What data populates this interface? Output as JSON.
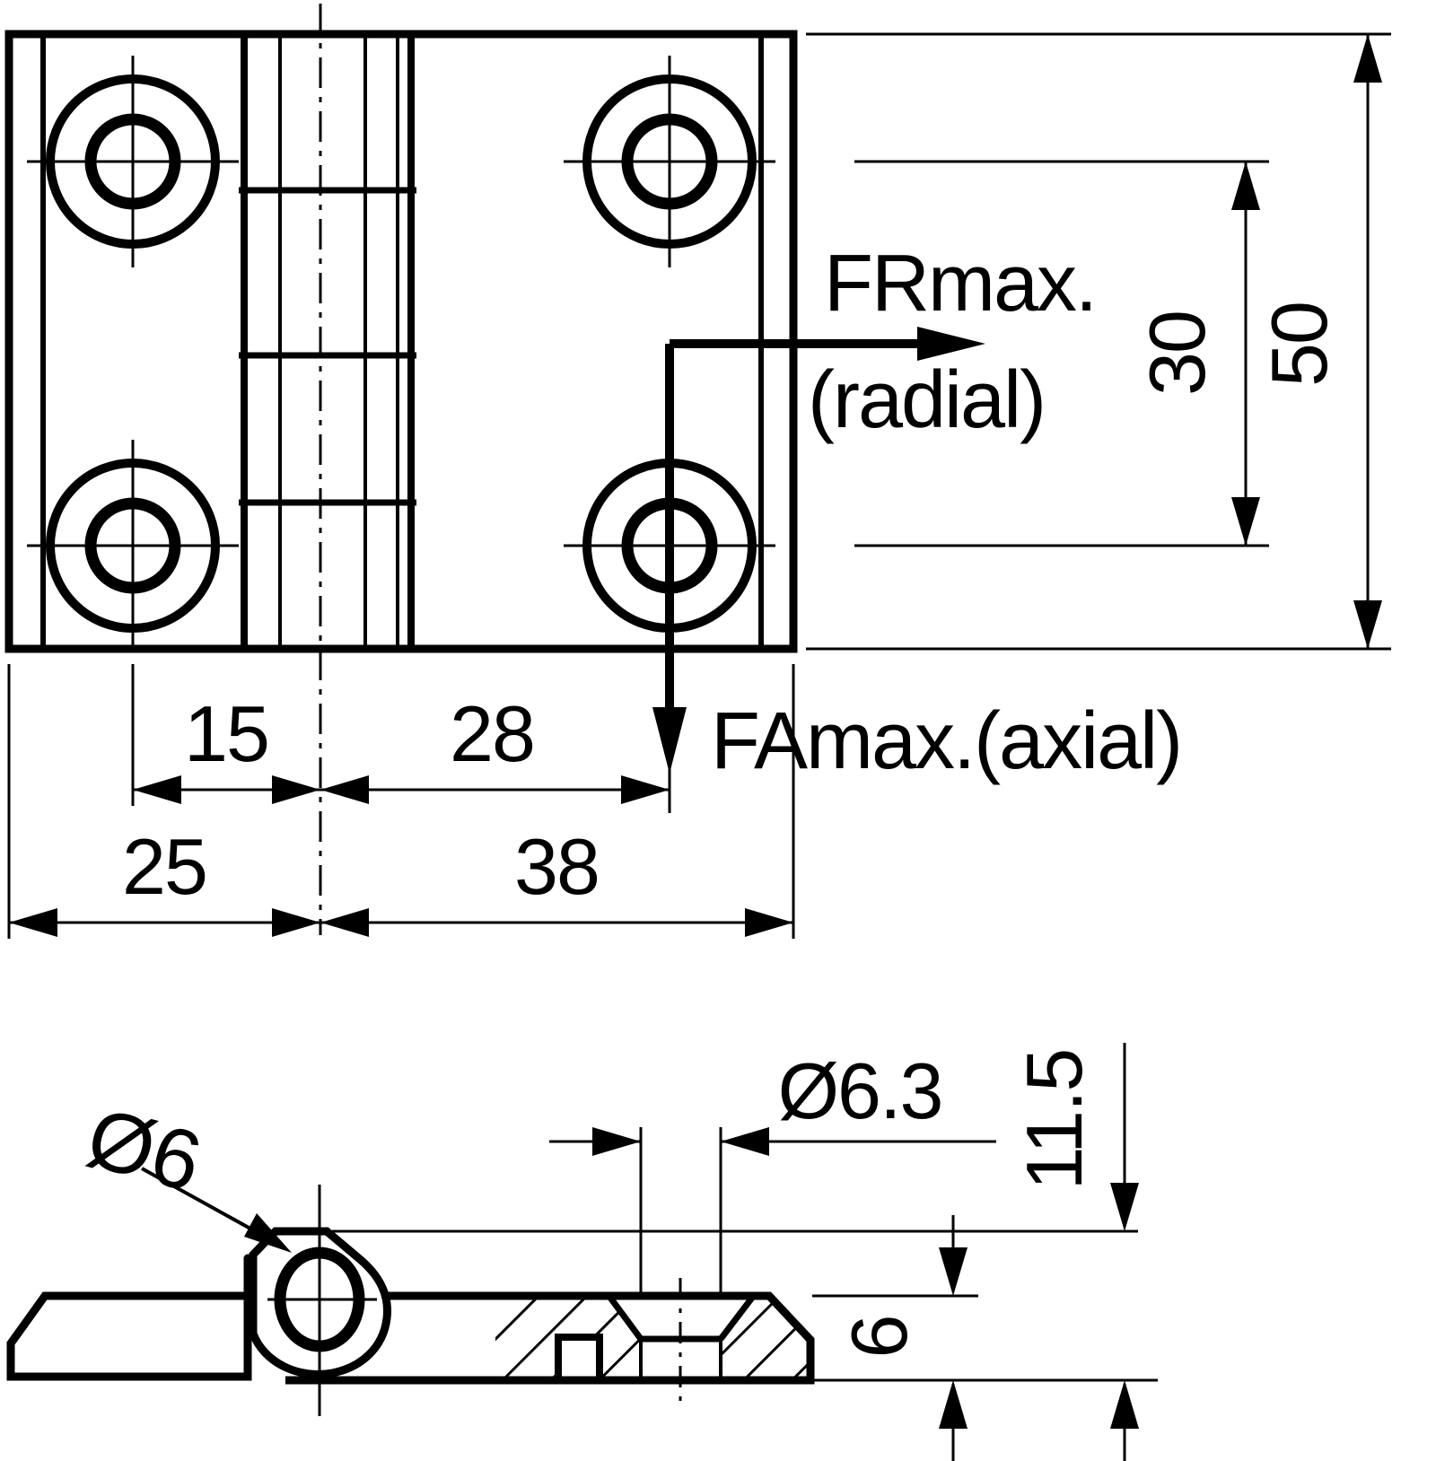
{
  "drawing": {
    "type": "engineering-drawing",
    "subject": "surface mount hinge, plan view and sectioned side view",
    "colors": {
      "ink": "#000000",
      "paper": "#ffffff"
    },
    "top_view": {
      "forces": {
        "radial_label": "FRmax.",
        "radial_qualifier": "(radial)",
        "axial_label": "FAmax.(axial)"
      },
      "dimensions": {
        "hole_to_pivot": "15",
        "pivot_to_right_holes": "28",
        "left_leaf_width": "25",
        "right_leaf_width": "38",
        "hole_vertical_spacing": "30",
        "overall_height": "50"
      }
    },
    "side_view": {
      "dimensions": {
        "pin_diameter": "Ø6",
        "screw_hole_diameter": "Ø6.3",
        "overall_thickness": "11.5",
        "leaf_thickness": "6"
      }
    }
  }
}
